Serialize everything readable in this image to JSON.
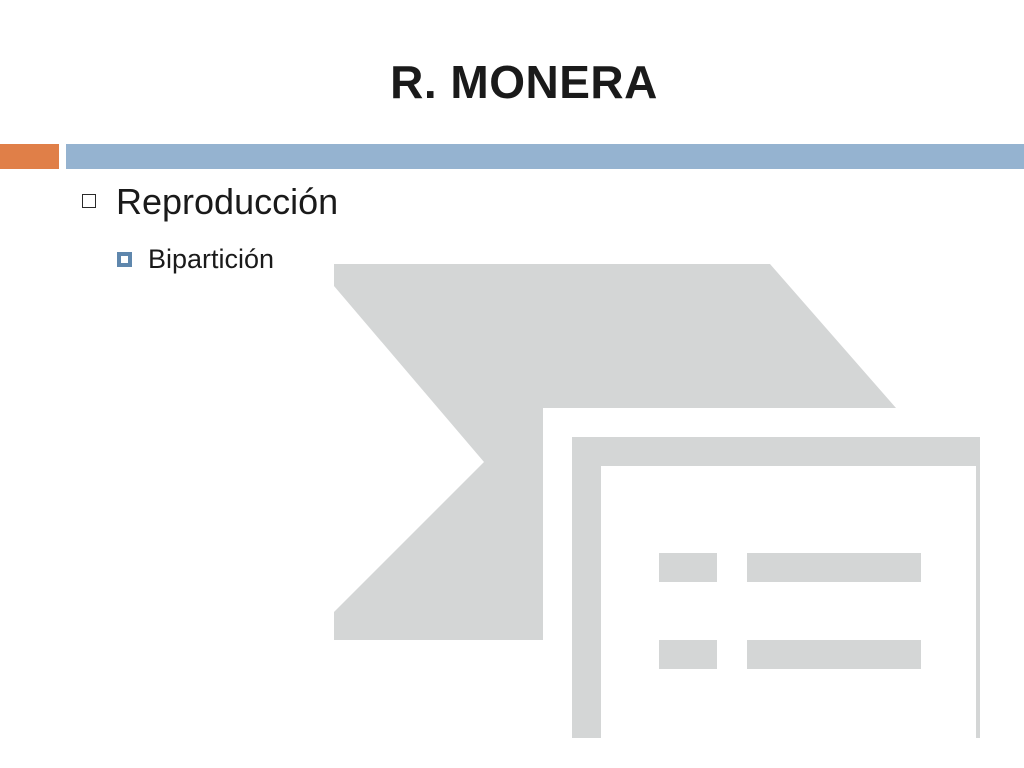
{
  "slide": {
    "title": "R. MONERA",
    "bullets": [
      {
        "text": "Reproducción",
        "children": [
          {
            "text": "Bipartición"
          }
        ]
      }
    ]
  },
  "colors": {
    "accent_orange": "#e07f48",
    "accent_blue": "#95b3d0",
    "bullet_blue": "#5f87ad",
    "placeholder_gray": "#d4d6d6",
    "text": "#1a1a1a",
    "background": "#ffffff"
  },
  "icons": {
    "level1_bullet": "hollow-square-bullet-icon",
    "level2_bullet": "filled-square-bullet-icon",
    "placeholder": "picture-placeholder-icon"
  }
}
